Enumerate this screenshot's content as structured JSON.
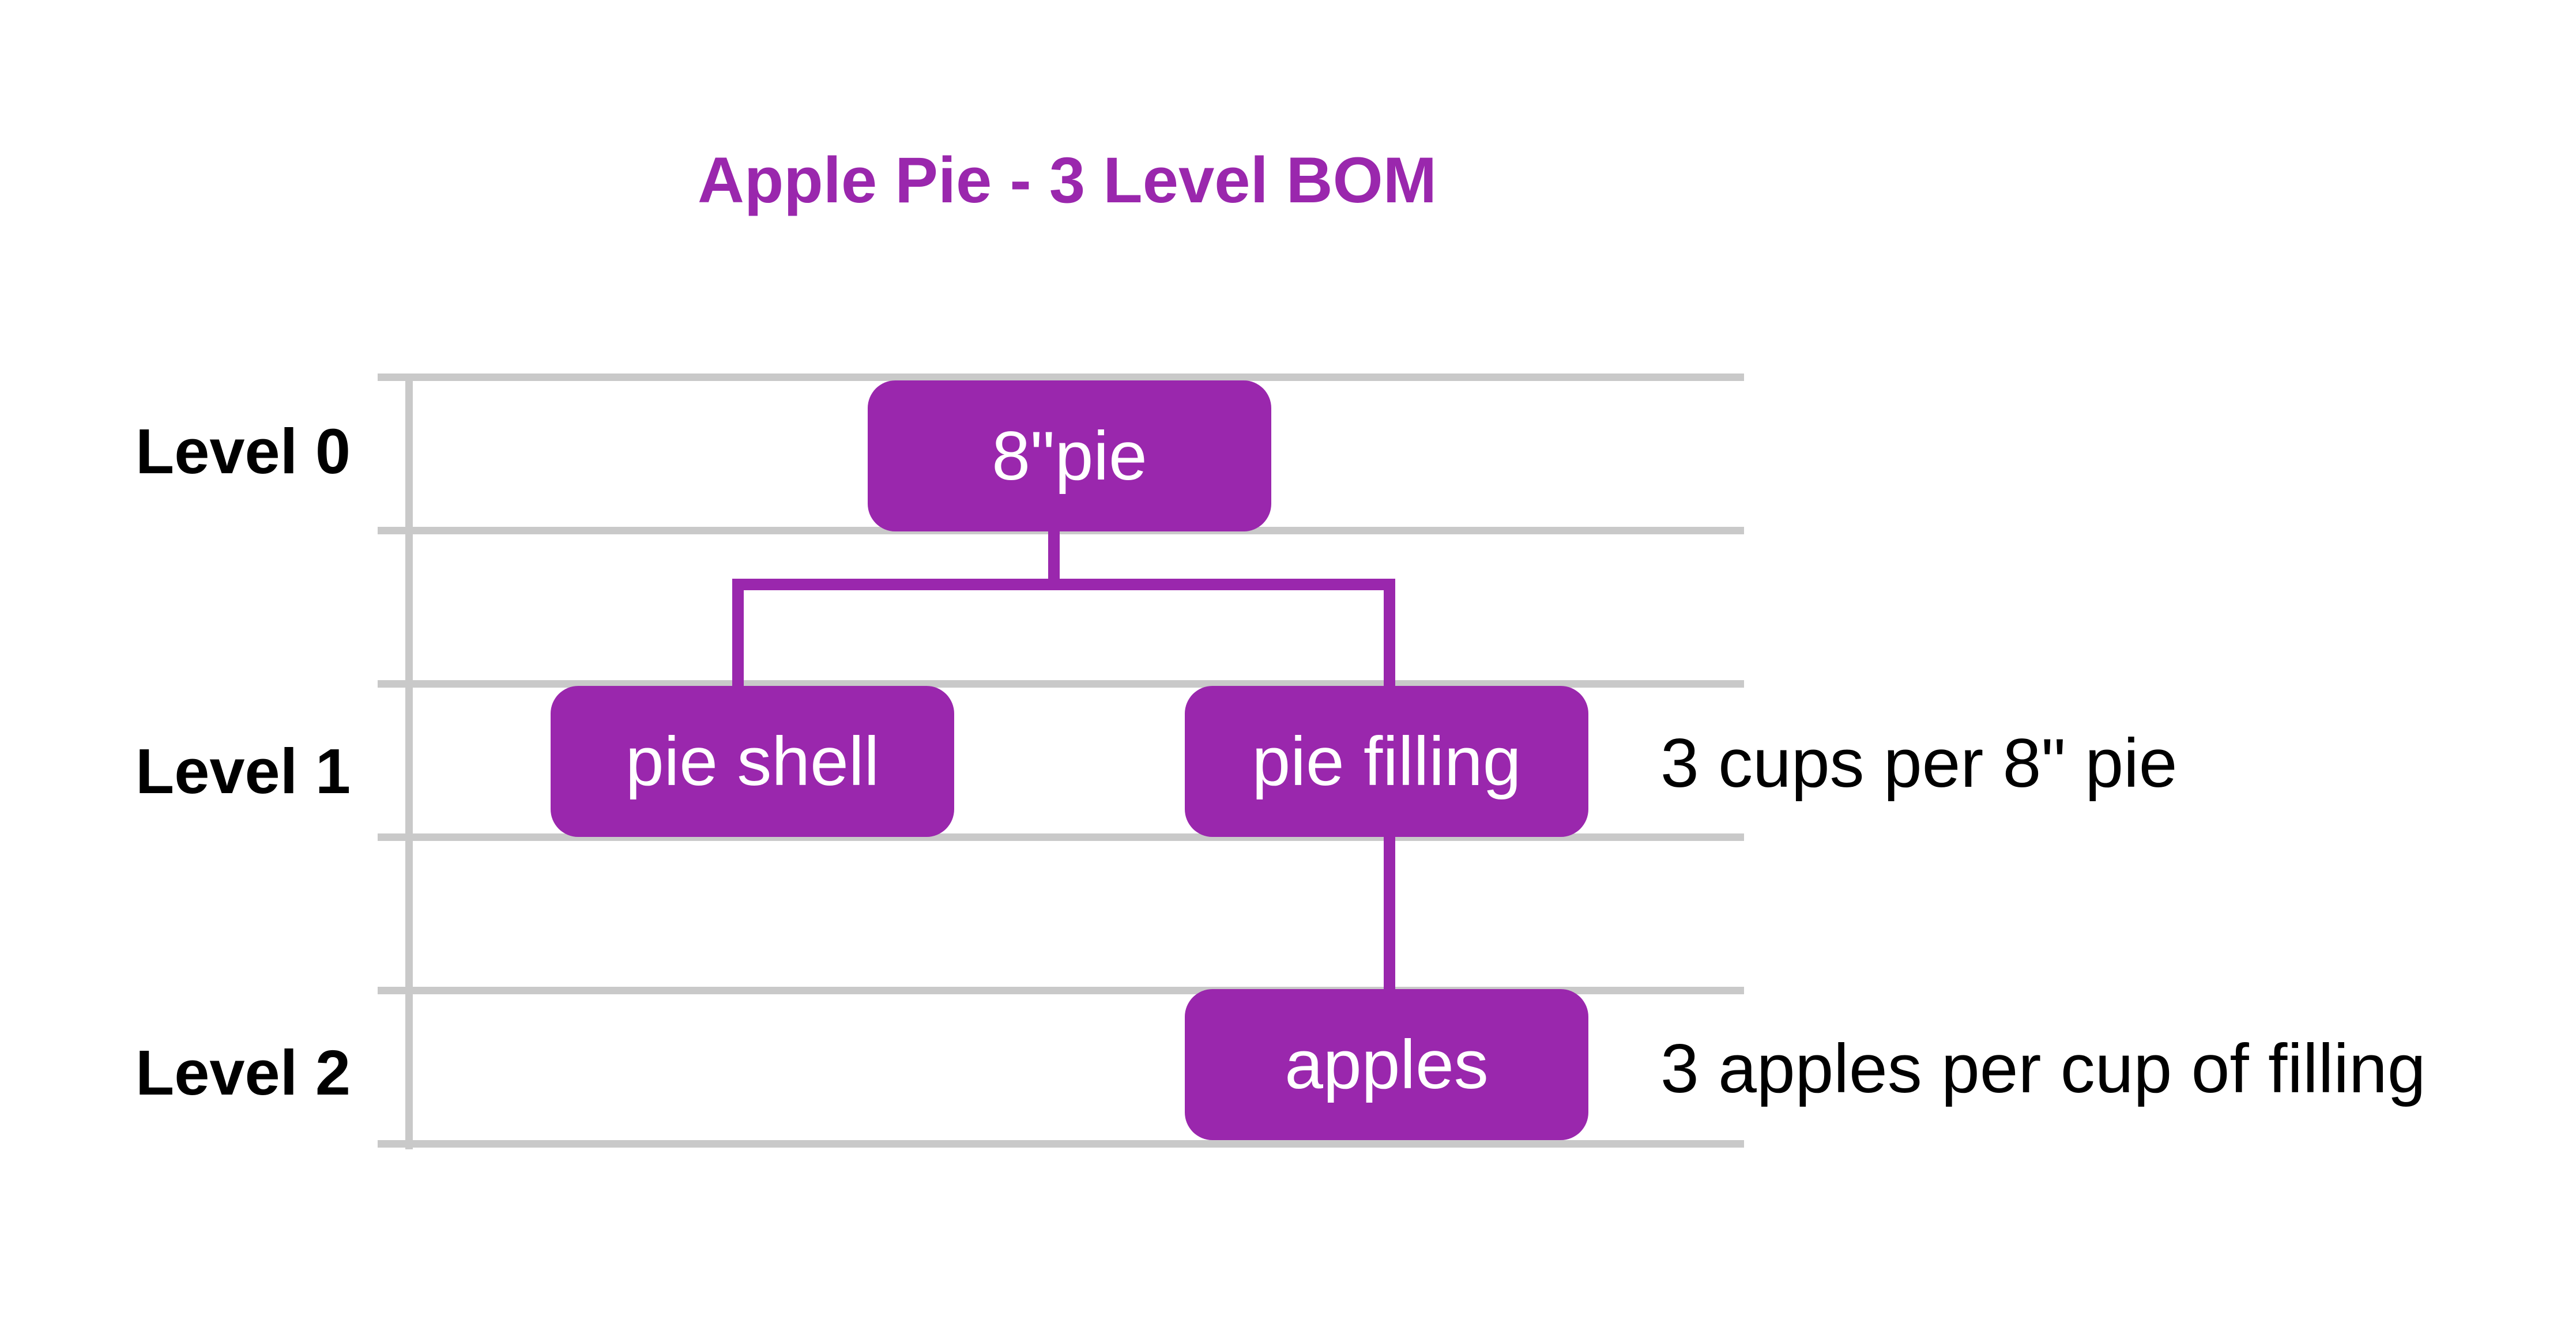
{
  "title": "Apple Pie - 3 Level BOM",
  "levels": [
    "Level 0",
    "Level 1",
    "Level 2"
  ],
  "nodes": {
    "pie": "8\"pie",
    "shell": "pie shell",
    "filling": "pie filling",
    "apples": "apples"
  },
  "notes": {
    "level1": "3 cups per 8\" pie",
    "level2": "3 apples per cup of filling"
  },
  "colors": {
    "accent": "#9a27ad",
    "grid": "#c9c9c9",
    "text": "#000000"
  }
}
